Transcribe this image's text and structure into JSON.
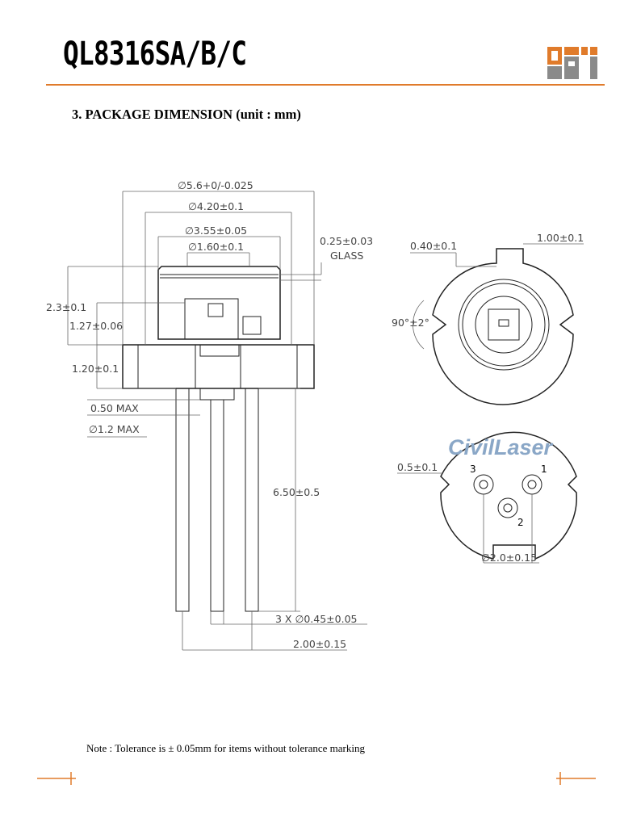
{
  "header": {
    "title": "QL8316SA/B/C",
    "logo_text": "QSI",
    "accent_color": "#e07b2b"
  },
  "section": {
    "heading": "3. PACKAGE DIMENSION (unit : mm)"
  },
  "drawing": {
    "side_view": {
      "dim_cap_outer": "∅5.6+0/-0.025",
      "dim_cap_body": "∅4.20±0.1",
      "dim_cap_window": "∅3.55±0.05",
      "dim_chip": "∅1.60±0.1",
      "dim_glass": "0.25±0.03",
      "label_glass": "GLASS",
      "dim_height_total": "2.3±0.1",
      "dim_height_emitter": "1.27±0.06",
      "dim_base_height": "1.20±0.1",
      "dim_max_protrusion": "0.50 MAX",
      "dim_max_dia": "∅1.2 MAX",
      "dim_pin_length": "6.50±0.5",
      "dim_pin_dia": "3 X ∅0.45±0.05",
      "dim_pin_spacing": "2.00±0.15"
    },
    "top_view": {
      "dim_key_offset": "0.40±0.1",
      "dim_key_width": "1.00±0.1",
      "dim_notch_angle": "90°±2°"
    },
    "bottom_view": {
      "dim_notch": "0.5±0.1",
      "pin_1": "1",
      "pin_2": "2",
      "pin_3": "3",
      "dim_pin_circle": "∅2.0±0.15"
    },
    "watermark": "CivilLaser"
  },
  "footer": {
    "note": "Note : Tolerance is ± 0.05mm for items without tolerance marking"
  }
}
